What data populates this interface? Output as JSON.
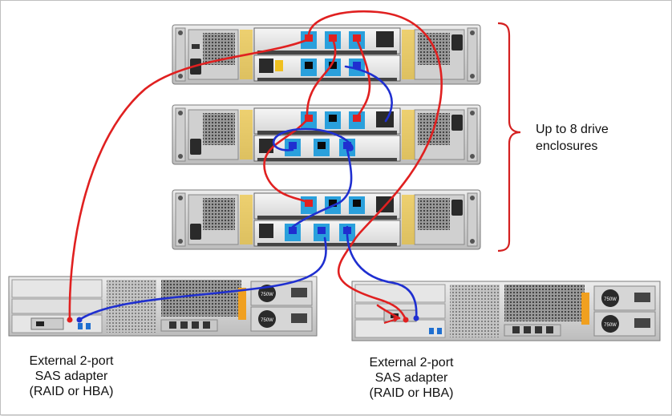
{
  "diagram": {
    "enclosure_label_line1": "Up to 8 drive",
    "enclosure_label_line2": "enclosures",
    "adapter_left": {
      "line1": "External 2-port",
      "line2": "SAS adapter",
      "line3": "(RAID or HBA)"
    },
    "adapter_right": {
      "line1": "External 2-port",
      "line2": "SAS adapter",
      "line3": "(RAID or HBA)"
    },
    "psu_label_top": "750W",
    "psu_label_bottom": "750W"
  },
  "colors": {
    "red_cable": "#e02020",
    "blue_cable": "#1f2fd0",
    "brace": "#d42020",
    "port_blue": "#2aa0dc",
    "chassis": "#d8d8d8",
    "dark": "#2a2a2a"
  }
}
